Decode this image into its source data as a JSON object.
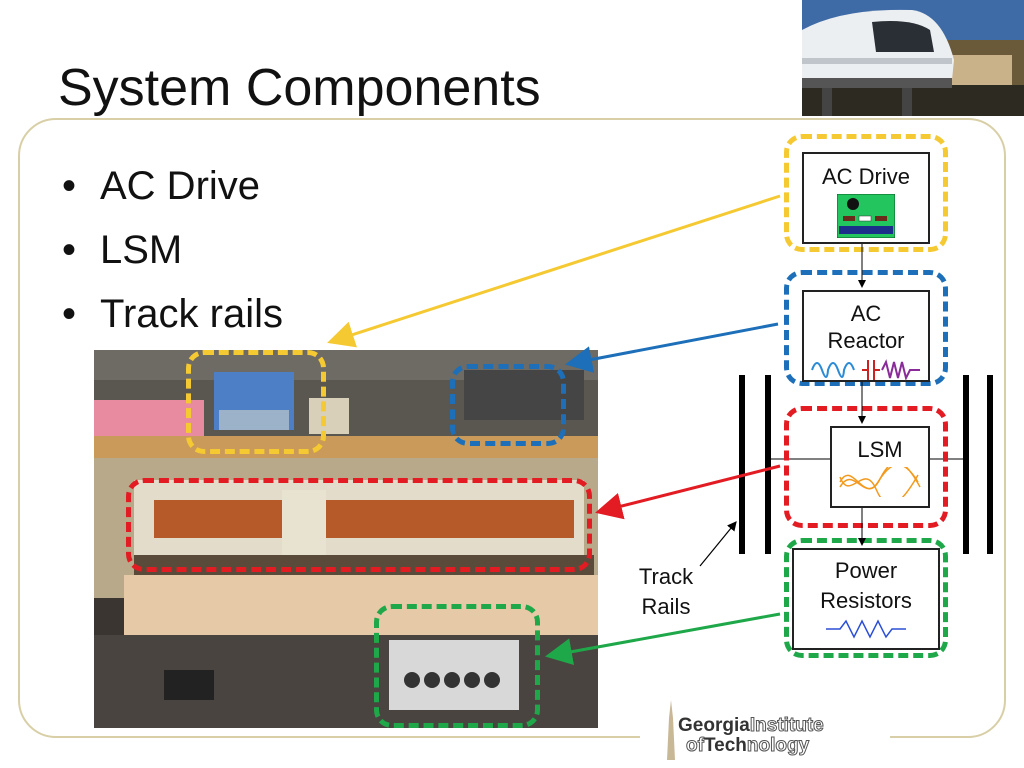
{
  "slide": {
    "title": "System Components",
    "bullets": [
      "AC Drive",
      "LSM",
      "Track rails"
    ]
  },
  "diagram": {
    "blocks": {
      "ac_drive": "AC Drive",
      "ac_reactor_line1": "AC",
      "ac_reactor_line2": "Reactor",
      "lsm": "LSM",
      "power_resistors_line1": "Power",
      "power_resistors_line2": "Resistors"
    },
    "track_label_line1": "Track",
    "track_label_line2": "Rails"
  },
  "logo": {
    "word1": "Georgia",
    "word2": "Institute",
    "word3": "of",
    "word4": "Tech",
    "word5": "nology"
  },
  "colors": {
    "yellow": "#f5c932",
    "blue": "#1c6fb8",
    "red": "#e31b23",
    "green": "#1fa84a"
  }
}
